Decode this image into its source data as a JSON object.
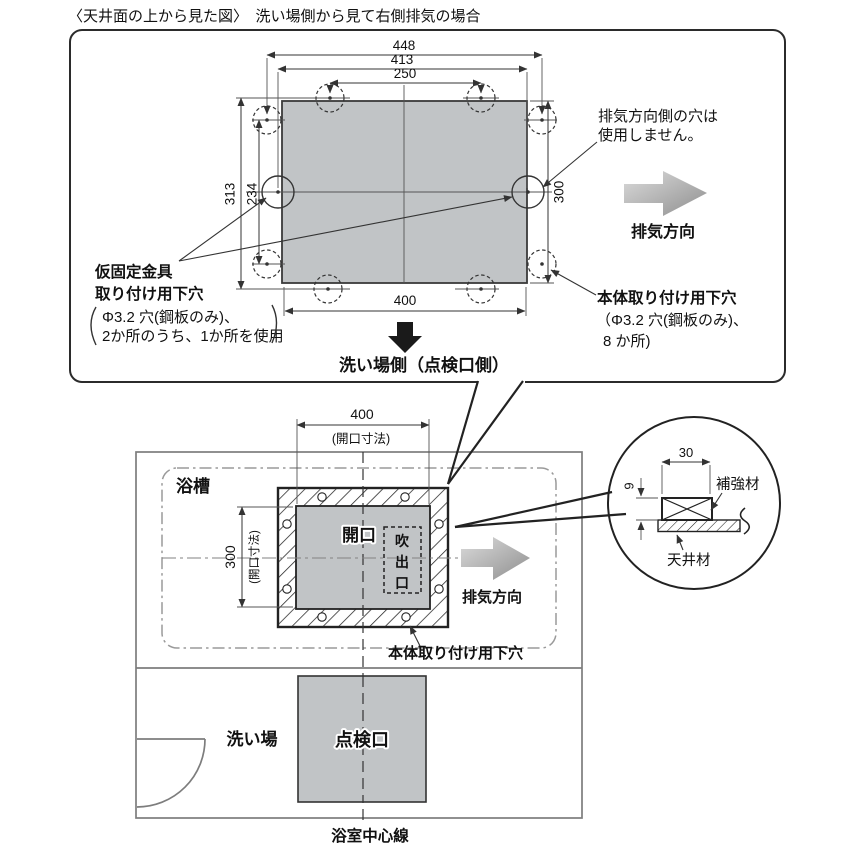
{
  "title": "〈天井面の上から見た図〉　洗い場側から見て右側排気の場合",
  "colors": {
    "body_gray": "#c1c4c6",
    "line_dark": "#333333",
    "arrow_gradient_light": "#dcdcdc",
    "arrow_gradient_dark": "#8e8e8e",
    "solid_arrow_black": "#1a1a1a"
  },
  "top_panel": {
    "dim_448": "448",
    "dim_413": "413",
    "dim_250": "250",
    "dim_400": "400",
    "dim_313": "313",
    "dim_234": "234",
    "dim_300": "300",
    "note_exhaust_line1": "排気方向側の穴は",
    "note_exhaust_line2": "使用しません。",
    "exhaust_label": "排気方向",
    "temp_bracket_line1": "仮固定金具",
    "temp_bracket_line2": "取り付け用下穴",
    "temp_bracket_line3": "Φ3.2 穴(鋼板のみ)、",
    "temp_bracket_line4": "2か所のうち、1か所を使用",
    "body_holes_line1": "本体取り付け用下穴",
    "body_holes_line2": "（Φ3.2 穴(鋼板のみ)、",
    "body_holes_line3": "8 か所)",
    "wash_side_label": "洗い場側（点検口側）"
  },
  "room": {
    "dim_400": "400",
    "dim_400_sub": "(開口寸法)",
    "dim_300": "300",
    "dim_300_sub": "(開口寸法)",
    "bathtub_label": "浴槽",
    "opening_label": "開口",
    "outlet_char1": "吹",
    "outlet_char2": "出",
    "outlet_char3": "口",
    "exhaust_label": "排気方向",
    "body_holes_label": "本体取り付け用下穴",
    "washing_label": "洗い場",
    "inspection_label": "点検口",
    "centerline_label": "浴室中心線"
  },
  "detail": {
    "dim_30": "30",
    "dim_9": "9",
    "reinforcement_label": "補強材",
    "ceiling_label": "天井材"
  }
}
